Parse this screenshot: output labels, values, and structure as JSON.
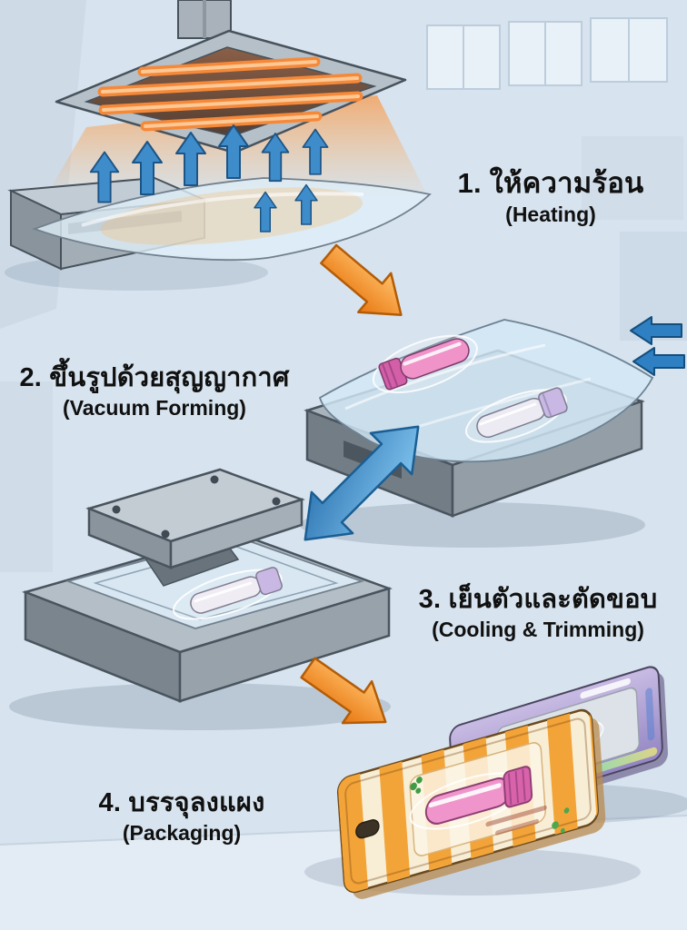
{
  "steps": [
    {
      "thai": "1. ให้ความร้อน",
      "english": "(Heating)"
    },
    {
      "thai": "2. ขึ้นรูปด้วยสุญญากาศ",
      "english": "(Vacuum Forming)"
    },
    {
      "thai": "3. เย็นตัวและตัดขอบ",
      "english": "(Cooling & Trimming)"
    },
    {
      "thai": "4. บรรจุลงแผง",
      "english": "(Packaging)"
    }
  ],
  "colors": {
    "background": "#d7e3ee",
    "text": "#101010",
    "arrow_orange": "#ee8118",
    "arrow_blue": "#3b87c6",
    "heater_glow": "#ff8a2a",
    "machine_gray": "#aab4bc",
    "plastic_sheet": "#d8ebf7",
    "tube_pink": "#ef93c9",
    "tube_purple": "#c9b8e4",
    "pack_orange": "#f3a438",
    "pack_purple": "#a697cc"
  }
}
